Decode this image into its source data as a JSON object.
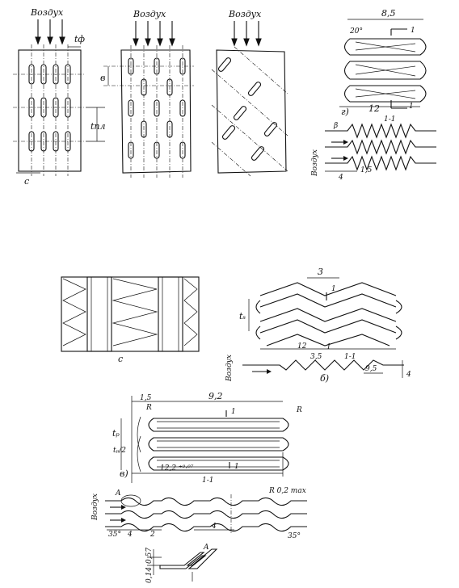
{
  "labels": {
    "air": "Воздух",
    "t_fin": "tф",
    "v": "в",
    "t_pl": "tпл",
    "c": "c",
    "g": "г)",
    "b": "б)",
    "v2": "в)",
    "section": "1-1",
    "sec_mark": "1",
    "beta": "β",
    "t_s": "tₛ",
    "t_p": "tₚ",
    "t_p2": "tₚ/2",
    "R": "R",
    "A": "A",
    "r02": "R 0,2 max",
    "c_mark": "c"
  },
  "dims": {
    "d8_5": "8,5",
    "a20": "20°",
    "d12": "12",
    "d4": "4",
    "d1_5": "1,5",
    "d3": "3",
    "d3_5": "3,5",
    "d9_5": "9,5",
    "d4b": "4",
    "d1_5b": "1,5",
    "d9_2": "9,2",
    "d12_2": "12,2 ⁺⁰·⁰⁷",
    "d2": "2",
    "a35": "35°",
    "d0_57": "0,57",
    "d0_14": "0,14"
  }
}
